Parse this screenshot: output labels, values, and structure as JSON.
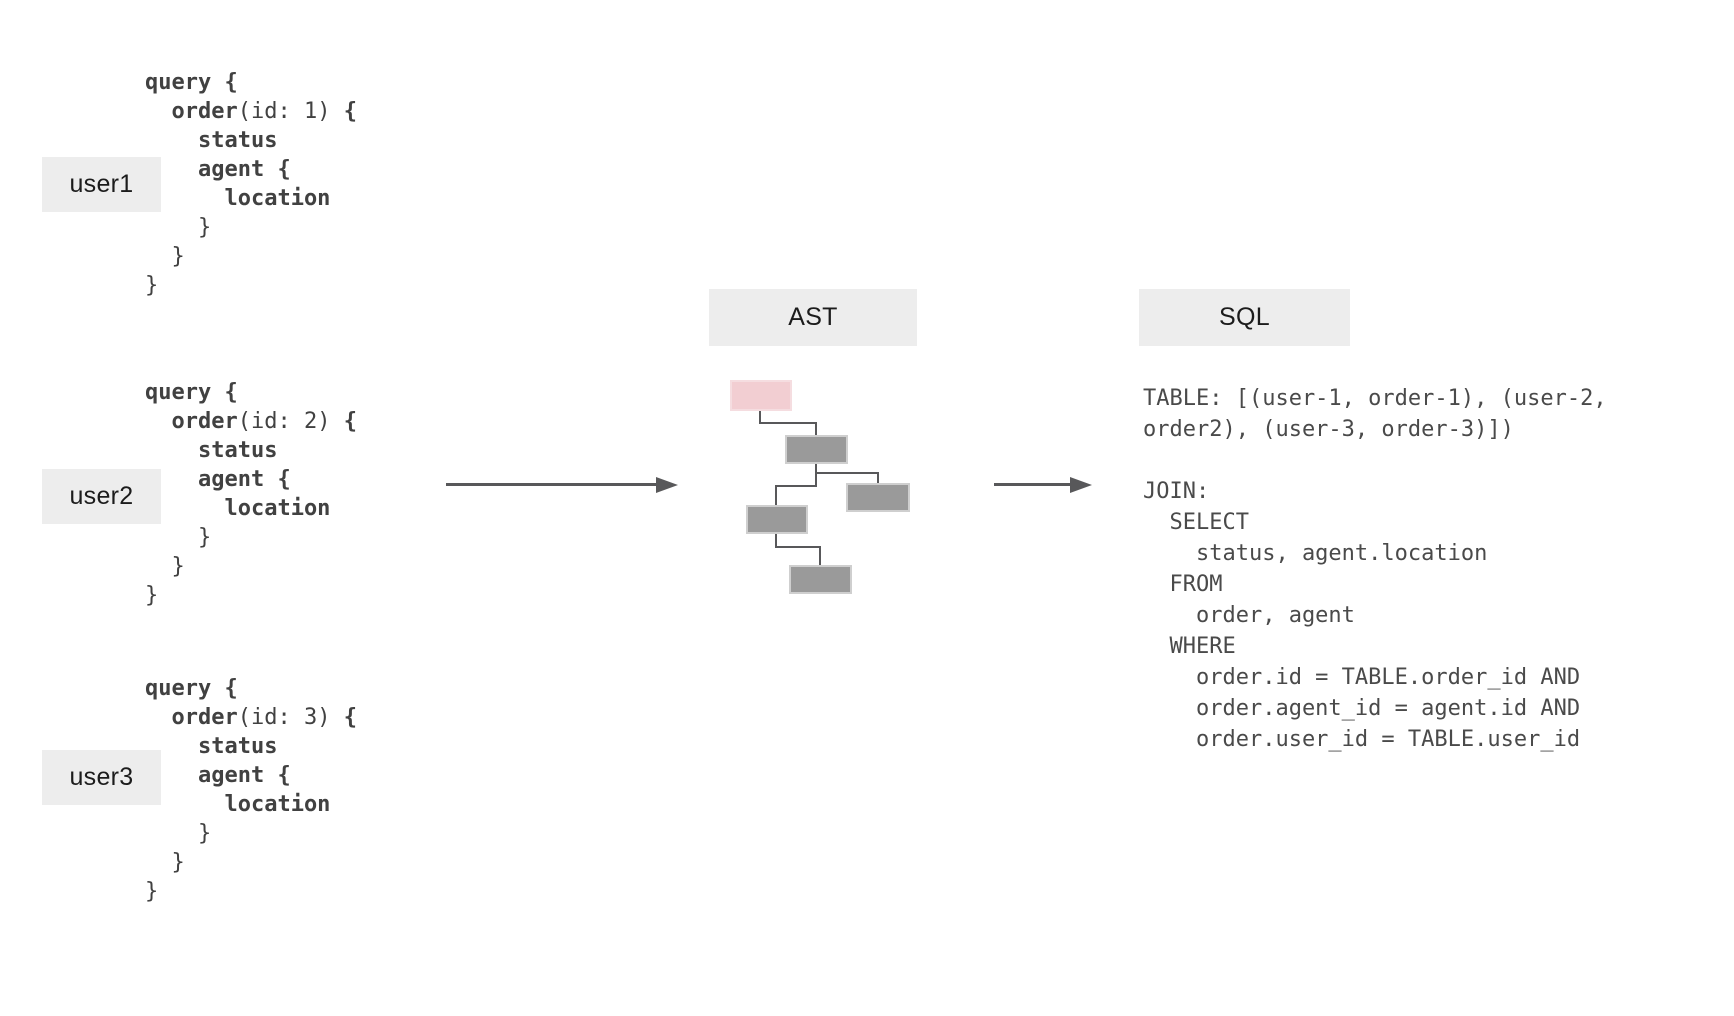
{
  "colors": {
    "canvas-bg": "#ffffff",
    "label-bg": "#ededed",
    "label-text": "#1c1c1c",
    "code-text": "#414141",
    "sql-text": "#4a4a4a",
    "node-gray": "#9a9a9a",
    "node-border": "#cfcfcf",
    "root-pink": "#f2ced2",
    "root-pink-border": "#f5dde0",
    "line-gray": "#58585a"
  },
  "queries": [
    {
      "label": "user1",
      "lines": [
        [
          {
            "t": "query {",
            "b": true
          }
        ],
        [
          {
            "t": "  ",
            "b": false
          },
          {
            "t": "order",
            "b": true
          },
          {
            "t": "(id: 1) ",
            "b": false
          },
          {
            "t": "{",
            "b": true
          }
        ],
        [
          {
            "t": "    status",
            "b": true
          }
        ],
        [
          {
            "t": "    agent {",
            "b": true
          }
        ],
        [
          {
            "t": "      location",
            "b": true
          }
        ],
        [
          {
            "t": "    }",
            "b": false
          }
        ],
        [
          {
            "t": "  }",
            "b": false
          }
        ],
        [
          {
            "t": "}",
            "b": false
          }
        ]
      ]
    },
    {
      "label": "user2",
      "lines": [
        [
          {
            "t": "query {",
            "b": true
          }
        ],
        [
          {
            "t": "  ",
            "b": false
          },
          {
            "t": "order",
            "b": true
          },
          {
            "t": "(id: 2) ",
            "b": false
          },
          {
            "t": "{",
            "b": true
          }
        ],
        [
          {
            "t": "    status",
            "b": true
          }
        ],
        [
          {
            "t": "    agent {",
            "b": true
          }
        ],
        [
          {
            "t": "      location",
            "b": true
          }
        ],
        [
          {
            "t": "    }",
            "b": false
          }
        ],
        [
          {
            "t": "  }",
            "b": false
          }
        ],
        [
          {
            "t": "}",
            "b": false
          }
        ]
      ]
    },
    {
      "label": "user3",
      "lines": [
        [
          {
            "t": "query {",
            "b": true
          }
        ],
        [
          {
            "t": "  ",
            "b": false
          },
          {
            "t": "order",
            "b": true
          },
          {
            "t": "(id: 3) ",
            "b": false
          },
          {
            "t": "{",
            "b": true
          }
        ],
        [
          {
            "t": "    status",
            "b": true
          }
        ],
        [
          {
            "t": "    agent {",
            "b": true
          }
        ],
        [
          {
            "t": "      location",
            "b": true
          }
        ],
        [
          {
            "t": "    }",
            "b": false
          }
        ],
        [
          {
            "t": "  }",
            "b": false
          }
        ],
        [
          {
            "t": "}",
            "b": false
          }
        ]
      ]
    }
  ],
  "ast": {
    "title": "AST"
  },
  "sql": {
    "title": "SQL",
    "lines": [
      "TABLE: [(user-1, order-1), (user-2,",
      "order2), (user-3, order-3)])",
      "",
      "JOIN:",
      "  SELECT",
      "    status, agent.location",
      "  FROM",
      "    order, agent",
      "  WHERE",
      "    order.id = TABLE.order_id AND",
      "    order.agent_id = agent.id AND",
      "    order.user_id = TABLE.user_id"
    ]
  }
}
